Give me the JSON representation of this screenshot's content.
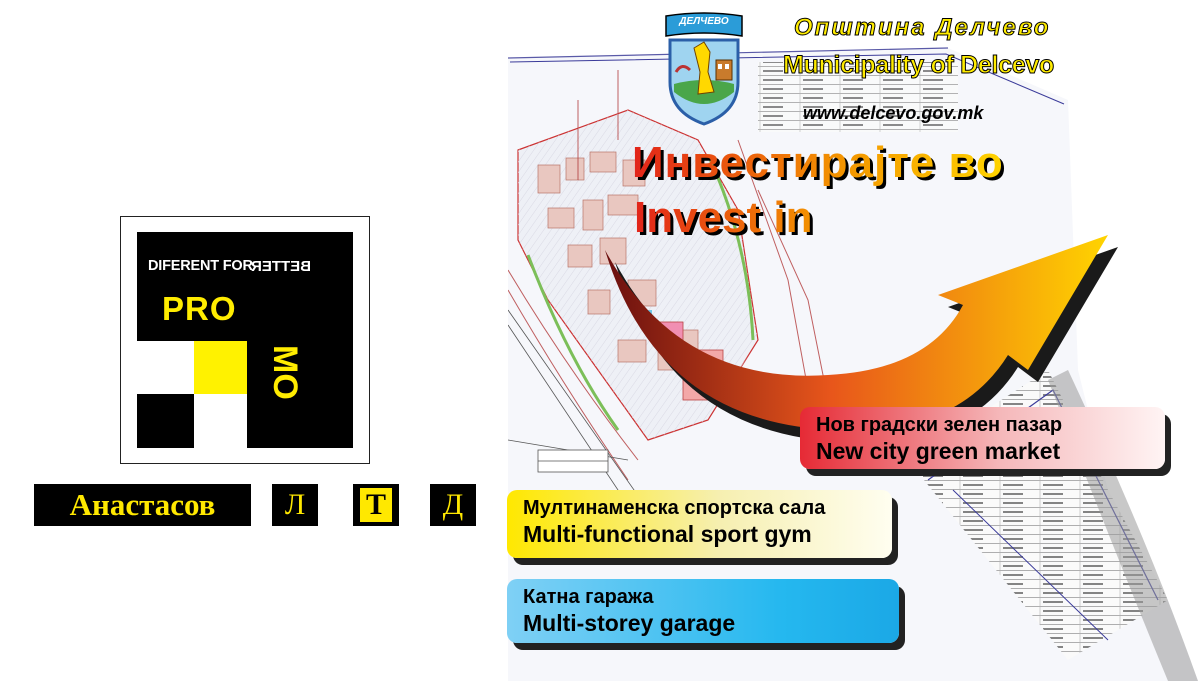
{
  "logo": {
    "tagline_left": "DIFERENT FOR",
    "tagline_right": "BETTER",
    "word_pro": "PRO",
    "word_mo": "MO",
    "colors": {
      "black": "#000000",
      "yellow": "#fff200"
    }
  },
  "company": {
    "name": "Анастасов",
    "letter_1": "Л",
    "letter_2": "Т",
    "letter_3": "Д",
    "text_color": "#ffe800"
  },
  "poster": {
    "coat_of_arms_label": "ДЕЛЧЕВО",
    "municipality_mk": "Општина Делчево",
    "municipality_en": "Municipality of Delcevo",
    "website": "www.delcevo.gov.mk",
    "headline_mk": "Инвестирајте во",
    "headline_en": "Invest in",
    "projects": [
      {
        "name_mk": "Нов градски зелен пазар",
        "name_en": "New city green market",
        "color": "#e62a35"
      },
      {
        "name_mk": "Мултинаменска спортска сала",
        "name_en": "Multi-functional sport gym",
        "color": "#ffe800"
      },
      {
        "name_mk": "Катна гаража",
        "name_en": "Multi-storey garage",
        "color": "#1ba8e6"
      }
    ],
    "arrow_colors": {
      "start": "#6a0f0f",
      "mid": "#e8561b",
      "end": "#ffd400"
    }
  }
}
